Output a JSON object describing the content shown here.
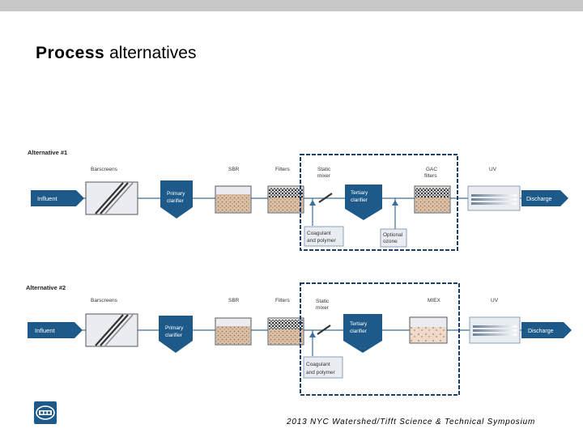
{
  "slide": {
    "title_bold": "Process",
    "title_rest": "alternatives",
    "footer": "2013 NYC Watershed/Tifft Science & Technical Symposium"
  },
  "alt1": {
    "label": "Alternative #1",
    "influent": "Influent",
    "barscreens": "Barscreens",
    "primary": [
      "Primary",
      "clarifier"
    ],
    "sbr": "SBR",
    "filters": "Filters",
    "static_mixer": [
      "Static",
      "mixer"
    ],
    "tertiary": [
      "Tertiary",
      "clarifier"
    ],
    "gac": [
      "GAC",
      "filters"
    ],
    "uv": "UV",
    "discharge": "Discharge",
    "coagulant": [
      "Coagulant",
      "and polymer"
    ],
    "ozone": [
      "Optional",
      "ozone"
    ]
  },
  "alt2": {
    "label": "Alternative #2",
    "influent": "Influent",
    "barscreens": "Barscreens",
    "primary": [
      "Primary",
      "clarifier"
    ],
    "sbr": "SBR",
    "filters": "Filters",
    "static_mixer": [
      "Static",
      "mixer"
    ],
    "tertiary": [
      "Tertiary",
      "clarifier"
    ],
    "miex": "MIEX",
    "uv": "UV",
    "discharge": "Discharge",
    "coagulant": [
      "Coagulant",
      "and polymer"
    ]
  },
  "colors": {
    "process_blue": "#1d5a8a",
    "box_fill": "#e9edf2",
    "frame": "#1b3f6b",
    "line": "#3c6f9c"
  }
}
